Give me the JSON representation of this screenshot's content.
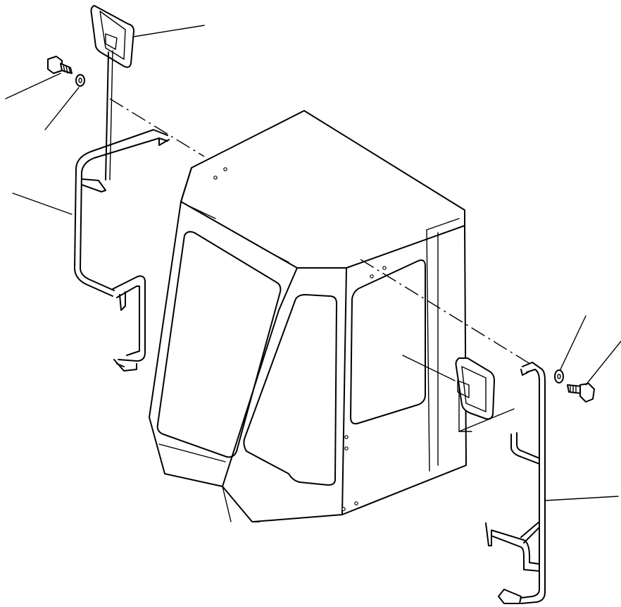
{
  "diagram": {
    "kind": "exploded-parts-view",
    "subject": "cab",
    "stroke_color": "#000000",
    "background_color": "#ffffff",
    "parts": [
      {
        "name": "left-mirror"
      },
      {
        "name": "left-mount-bolt"
      },
      {
        "name": "left-washer"
      },
      {
        "name": "left-mirror-stay"
      },
      {
        "name": "right-mirror"
      },
      {
        "name": "right-washer"
      },
      {
        "name": "right-mount-bolt"
      },
      {
        "name": "right-mirror-stay"
      }
    ],
    "leader_lines": 8,
    "labels": []
  }
}
